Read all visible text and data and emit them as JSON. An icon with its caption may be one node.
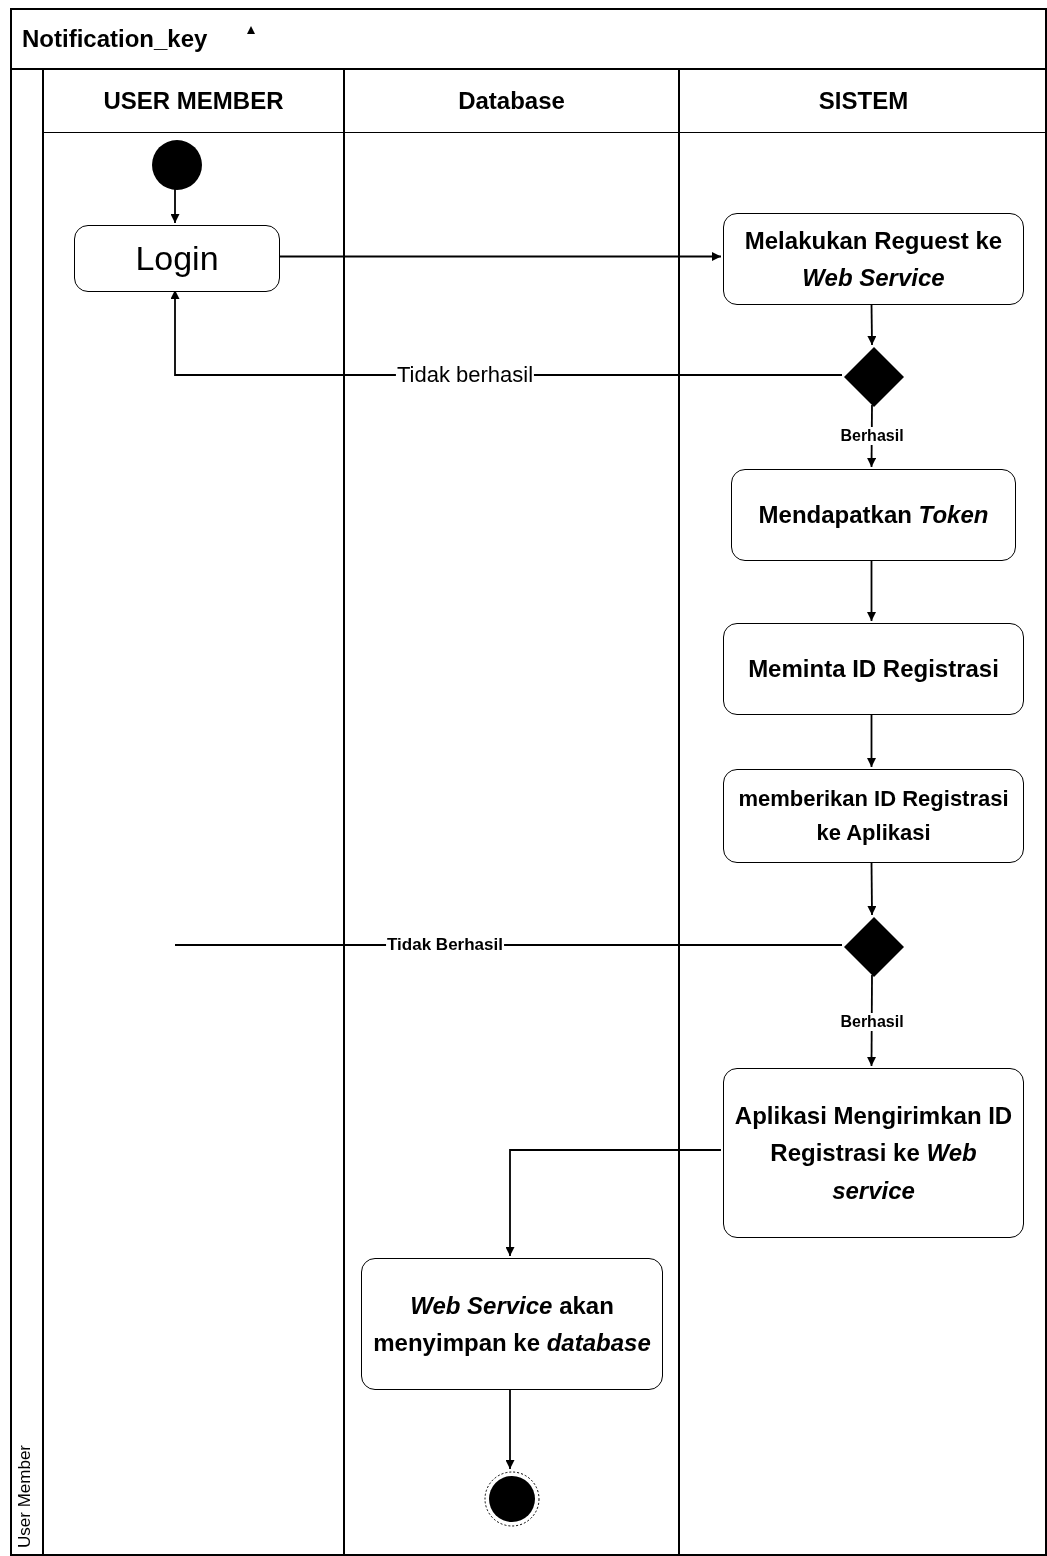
{
  "diagram": {
    "nodes": [
      {
        "text": [
          "Notification_key"
        ]
      },
      {
        "text": [
          "User Member"
        ],
        "in": 0
      },
      {
        "text": [
          "USER MEMBER"
        ],
        "in": 0
      },
      {
        "text": [
          "Database"
        ],
        "in": 0
      },
      {
        "text": [
          "SISTEM"
        ],
        "in": 0
      },
      {
        "text": [],
        "shape": "circle",
        "in": 2
      },
      {
        "text": [
          "Login"
        ],
        "in": 2
      },
      {
        "text": [
          "Melakukan Reguest ke *Web Service*"
        ],
        "in": 4
      },
      {
        "text": [],
        "shape": "diamond",
        "in": 4
      },
      {
        "text": [
          "Mendapatkan *Token*"
        ],
        "in": 4
      },
      {
        "text": [
          "Meminta ID Registrasi"
        ],
        "in": 4
      },
      {
        "text": [
          "memberikan ID Registrasi ke Aplikasi"
        ],
        "in": 4
      },
      {
        "text": [],
        "shape": "diamond",
        "in": 4
      },
      {
        "text": [
          "Aplikasi Mengirimkan ID Registrasi ke *Web service*"
        ],
        "in": 4
      },
      {
        "text": [
          "*Web Service* akan menyimpan ke *database*"
        ],
        "in": 3
      },
      {
        "text": [],
        "shape": "circle",
        "in": 3
      }
    ],
    "edges": [
      {
        "from": 5,
        "to": 6,
        "arrow": "to"
      },
      {
        "from": 6,
        "to": 7,
        "arrow": "to"
      },
      {
        "from": 7,
        "to": 8,
        "arrow": "to"
      },
      {
        "from": 8,
        "to": 6,
        "arrow": "to",
        "label": "Tidak berhasil"
      },
      {
        "from": 8,
        "to": 9,
        "arrow": "to",
        "label": "Berhasil"
      },
      {
        "from": 9,
        "to": 10,
        "arrow": "to"
      },
      {
        "from": 10,
        "to": 11,
        "arrow": "to"
      },
      {
        "from": 11,
        "to": 12,
        "arrow": "to"
      },
      {
        "from": 12,
        "to": null,
        "arrow": "none",
        "label": "Tidak Berhasil"
      },
      {
        "from": 12,
        "to": 13,
        "arrow": "to",
        "label": "Berhasil"
      },
      {
        "from": 13,
        "to": 14,
        "arrow": "to"
      },
      {
        "from": 14,
        "to": 15,
        "arrow": "to"
      }
    ]
  }
}
